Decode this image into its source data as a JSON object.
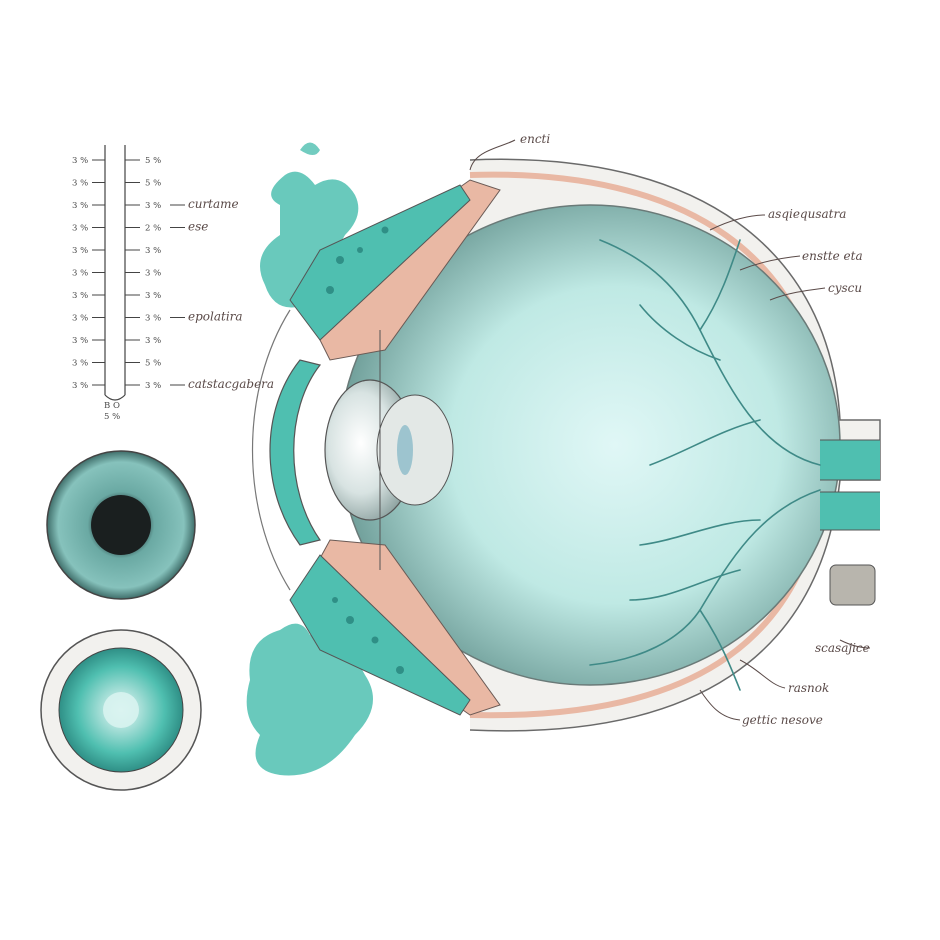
{
  "colors": {
    "teal": "#4fbfb0",
    "teal_dark": "#2f8f86",
    "vitreous": "#bfe9e4",
    "sclera_pink": "#e9b8a4",
    "ink": "#5a4a48"
  },
  "labels": {
    "top": "encti",
    "right_1": "asqiequsatra",
    "right_2": "enstte eta",
    "right_3": "cyscu",
    "right_4": "scasajice",
    "bottom_1": "rasnok",
    "bottom_2": "gettic nesove"
  },
  "scale": {
    "left_ticks": [
      "3 %",
      "3 %",
      "3 %",
      "3 %",
      "3 %",
      "3 %",
      "3 %",
      "3 %",
      "3 %",
      "3 %",
      "3 %"
    ],
    "right_ticks": [
      "5 %",
      "5 %",
      "3 %",
      "2 %",
      "3 %",
      "3 %",
      "3 %",
      "3 %",
      "3 %",
      "5 %",
      "3 %"
    ],
    "annotations": [
      "curtame",
      "ese",
      "epolatira",
      "catstacgabera"
    ],
    "bottom": "B O\n5 %"
  }
}
